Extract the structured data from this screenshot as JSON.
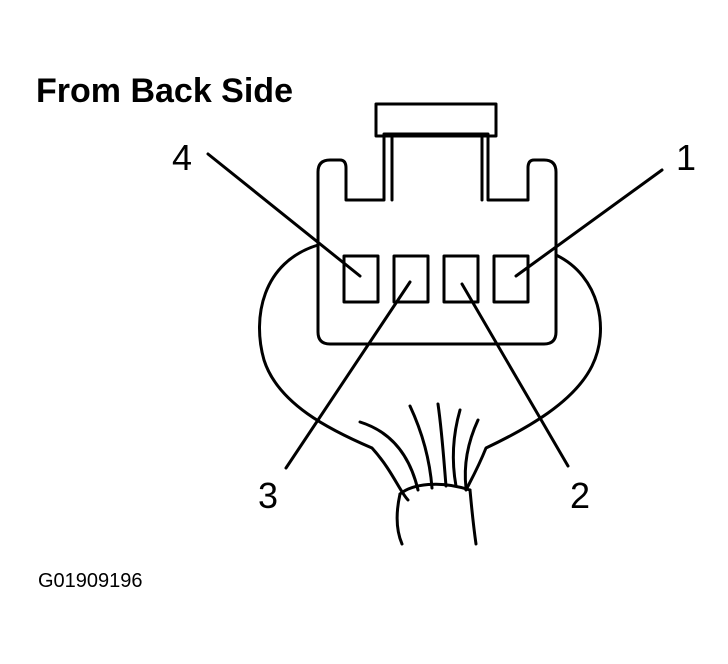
{
  "title": "From Back Side",
  "figure_id": "G01909196",
  "pins": [
    {
      "label": "1"
    },
    {
      "label": "2"
    },
    {
      "label": "3"
    },
    {
      "label": "4"
    }
  ]
}
